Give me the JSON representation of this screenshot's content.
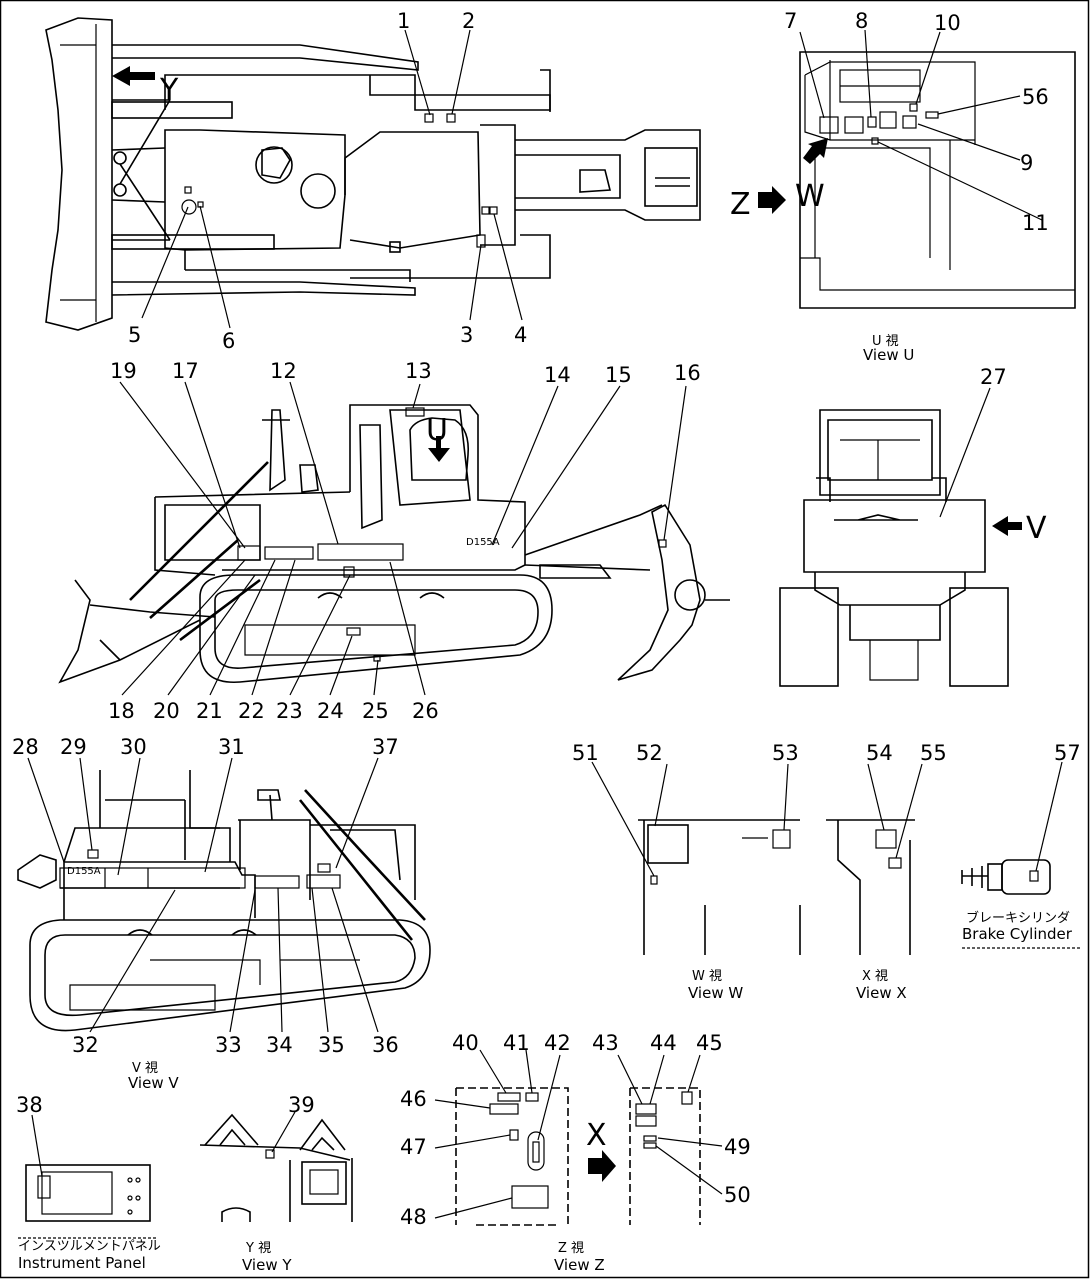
{
  "views": {
    "top": {
      "callouts": [
        "1",
        "2",
        "3",
        "4",
        "5",
        "6"
      ],
      "arrow_label": "Y"
    },
    "u": {
      "callouts": [
        "7",
        "8",
        "9",
        "10",
        "11",
        "56"
      ],
      "arrow_z": "Z",
      "arrow_w": "W",
      "caption_jp": "U  視",
      "caption_en": "View  U"
    },
    "side": {
      "callouts": [
        "12",
        "13",
        "14",
        "15",
        "16",
        "17",
        "18",
        "19",
        "20",
        "21",
        "22",
        "23",
        "24",
        "25",
        "26"
      ],
      "arrow_label": "U",
      "model": "D155A"
    },
    "rear": {
      "callouts": [
        "27"
      ],
      "arrow_label": "V"
    },
    "v": {
      "callouts": [
        "28",
        "29",
        "30",
        "31",
        "32",
        "33",
        "34",
        "35",
        "36",
        "37"
      ],
      "model": "D155A",
      "caption_jp": "V  視",
      "caption_en": "View  V"
    },
    "w": {
      "callouts": [
        "51",
        "52",
        "53"
      ],
      "caption_jp": "W  視",
      "caption_en": "View  W"
    },
    "x": {
      "callouts": [
        "54",
        "55"
      ],
      "caption_jp": "X  視",
      "caption_en": "View  X"
    },
    "brake": {
      "callouts": [
        "57"
      ],
      "caption_jp": "ブレーキシリンダ",
      "caption_en": "Brake  Cylinder"
    },
    "panel": {
      "callouts": [
        "38"
      ],
      "caption_jp": "インスツルメントパネル",
      "caption_en": "Instrument  Panel"
    },
    "y": {
      "callouts": [
        "39"
      ],
      "caption_jp": "Y  視",
      "caption_en": "View  Y"
    },
    "z": {
      "callouts": [
        "40",
        "41",
        "42",
        "43",
        "44",
        "45",
        "46",
        "47",
        "48",
        "49",
        "50"
      ],
      "arrow_label": "X",
      "caption_jp": "Z  視",
      "caption_en": "View  Z"
    }
  }
}
